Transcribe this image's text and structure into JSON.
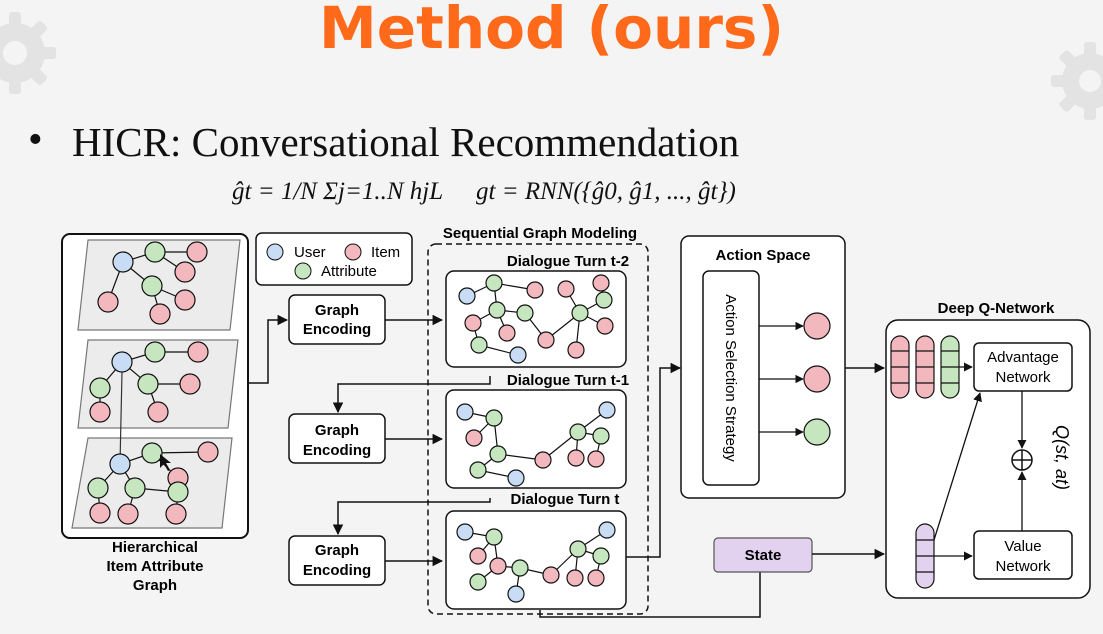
{
  "colors": {
    "title": "#ff6a1a",
    "user": "#c9dcf5",
    "item": "#f2b8bd",
    "attribute": "#c6e6bf",
    "state": "#e2d2f0"
  },
  "slide": {
    "title": "Method (ours)",
    "bullet": "•",
    "bullet_text": "HICR: Conversational Recommendation"
  },
  "equations": {
    "eq1": "ĝt = 1/N Σj=1..N hjL",
    "eq2": "gt = RNN({ĝ0, ĝ1, ..., ĝt})"
  },
  "legend": {
    "user": "User",
    "item": "Item",
    "attribute": "Attribute"
  },
  "hierarchical_graph": {
    "line1": "Hierarchical",
    "line2": "Item Attribute",
    "line3": "Graph"
  },
  "graph_encoding": {
    "line1": "Graph",
    "line2": "Encoding"
  },
  "sequential": {
    "title": "Sequential Graph Modeling",
    "turn1": "Dialogue Turn t-2",
    "turn2": "Dialogue Turn t-1",
    "turn3": "Dialogue Turn t"
  },
  "action_space": {
    "title": "Action Space",
    "strategy": "Action Selection Strategy"
  },
  "state": "State",
  "dqn": {
    "title": "Deep Q-Network",
    "advantage_line1": "Advantage",
    "advantage_line2": "Network",
    "value_line1": "Value",
    "value_line2": "Network",
    "q": "Q(st, at)"
  }
}
